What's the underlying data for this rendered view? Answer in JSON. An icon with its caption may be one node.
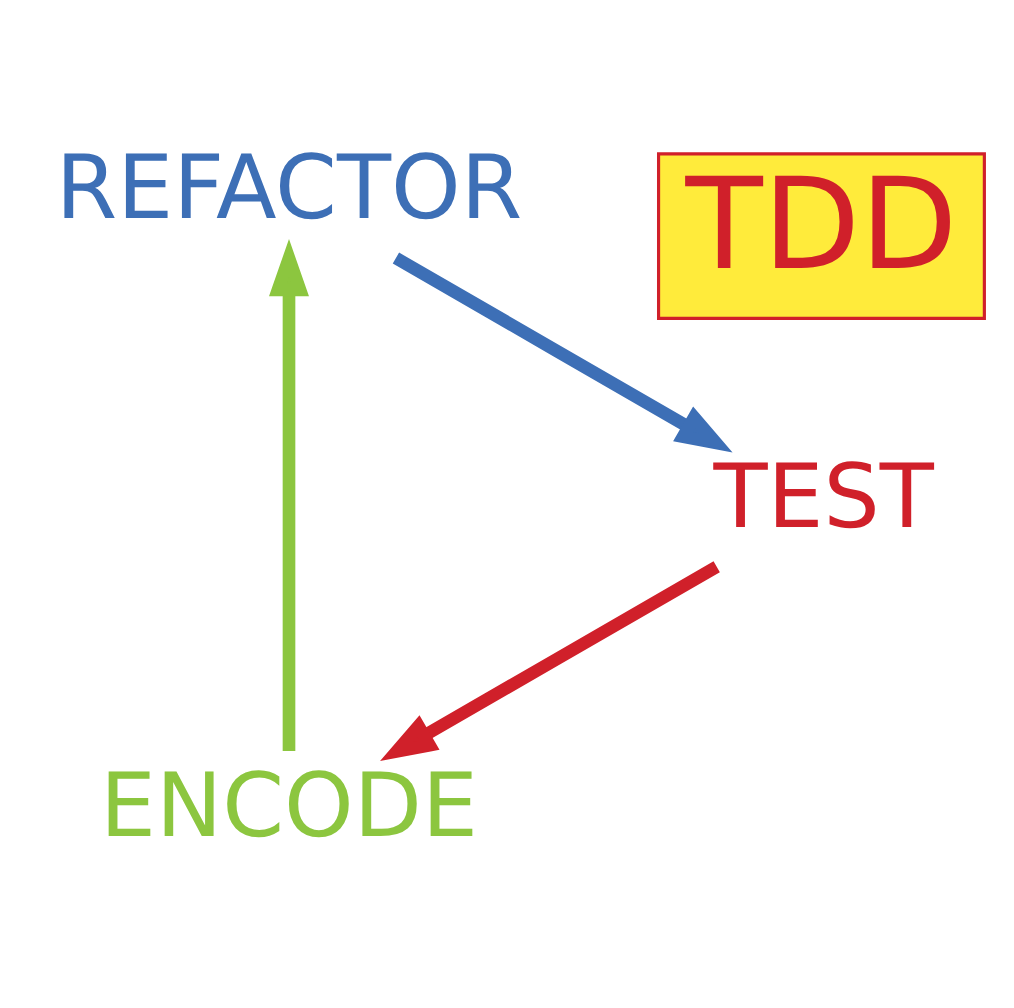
{
  "diagram": {
    "nodes": [
      {
        "text": [
          "ENCODE"
        ]
      },
      {
        "text": [
          "REFACTOR"
        ]
      },
      {
        "text": [
          "TEST"
        ]
      }
    ],
    "edges": [
      {
        "from": 2,
        "to": 0,
        "arrow": "to",
        "color": "#d0202a"
      },
      {
        "from": 0,
        "to": 1,
        "arrow": "to",
        "color": "#8cc63f"
      },
      {
        "from": 1,
        "to": 2,
        "arrow": "to",
        "color": "#3d6fb6"
      }
    ],
    "labels": [
      "TDD"
    ]
  }
}
